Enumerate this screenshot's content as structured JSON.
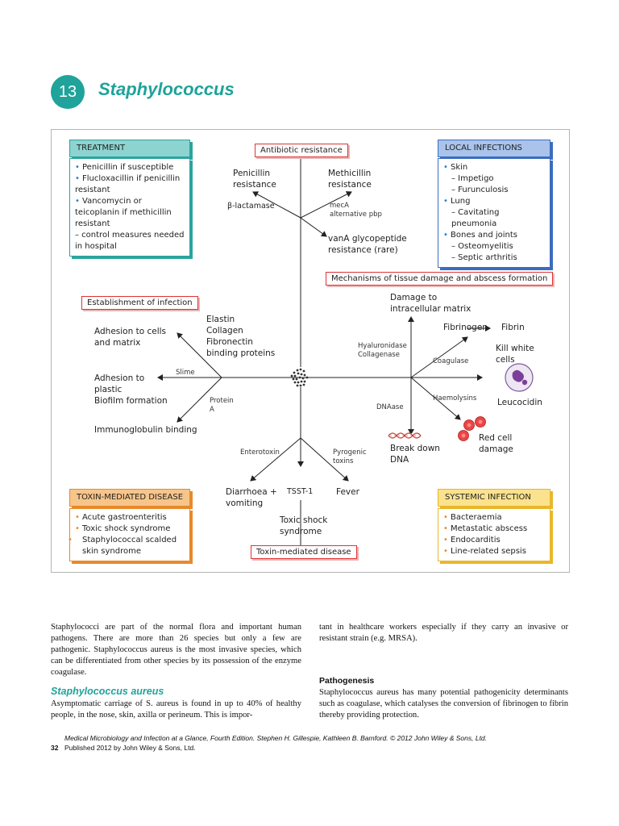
{
  "chapter": {
    "number": "13",
    "title": "Staphylococcus"
  },
  "figure": {
    "treatment": {
      "head": "TREATMENT",
      "items": [
        "Penicillin if susceptible",
        "Flucloxacillin if penicillin resistant",
        "Vancomycin or teicoplanin if methicillin resistant",
        "– control measures needed in hospital"
      ]
    },
    "local_infections": {
      "head": "LOCAL INFECTIONS",
      "items": [
        "Skin",
        "– Impetigo",
        "– Furunculosis",
        "Lung",
        "– Cavitating pneumonia",
        "Bones and joints",
        "– Osteomyelitis",
        "– Septic arthritis"
      ]
    },
    "toxin_disease_panel": {
      "head": "TOXIN-MEDIATED DISEASE",
      "items": [
        "Acute gastroenteritis",
        "Toxic shock syndrome",
        "Staphylococcal scalded skin syndrome"
      ]
    },
    "systemic_infection": {
      "head": "SYSTEMIC INFECTION",
      "items": [
        "Bacteraemia",
        "Metastatic abscess",
        "Endocarditis",
        "Line-related sepsis"
      ]
    },
    "tags": {
      "antibiotic": "Antibiotic resistance",
      "mechanisms": "Mechanisms of tissue damage and abscess formation",
      "establishment": "Establishment of infection",
      "toxin": "Toxin-mediated disease"
    },
    "resistance": {
      "penicillin_1": "Penicillin",
      "penicillin_2": "resistance",
      "methicillin_1": "Methicillin",
      "methicillin_2": "resistance",
      "betalactamase": "β-lactamase",
      "meca_1": "mecA",
      "meca_2": "alternative pbp",
      "vana_1": "vanA glycopeptide",
      "vana_2": "resistance (rare)"
    },
    "establishment": {
      "adhesion_cells_1": "Adhesion to cells",
      "adhesion_cells_2": "and matrix",
      "elastin": "Elastin",
      "collagen": "Collagen",
      "fibronectin": "Fibronectin",
      "binding": "binding proteins",
      "slime": "Slime",
      "adhesion_plastic_1": "Adhesion to",
      "adhesion_plastic_2": "plastic",
      "biofilm": "Biofilm formation",
      "protein_1": "Protein",
      "protein_2": "A",
      "immunoglobulin": "Immunoglobulin binding"
    },
    "mechanisms": {
      "damage_1": "Damage to",
      "damage_2": "intracellular matrix",
      "hyaluronidase": "Hyaluronidase",
      "collagenase": "Collagenase",
      "fibrinogen": "Fibrinogen",
      "fibrin": "Fibrin",
      "coagulase": "Coagulase",
      "kill_1": "Kill white",
      "kill_2": "cells",
      "haemolysins": "Haemolysins",
      "leucocidin": "Leucocidin",
      "dnaase": "DNAase",
      "breakdown_1": "Break down",
      "breakdown_2": "DNA",
      "redcell_1": "Red cell",
      "redcell_2": "damage"
    },
    "toxins": {
      "enterotoxin": "Enterotoxin",
      "pyrogenic_1": "Pyrogenic",
      "pyrogenic_2": "toxins",
      "diarrhoea_1": "Diarrhoea +",
      "diarrhoea_2": "vomiting",
      "tsst": "TSST-1",
      "fever": "Fever",
      "tss_1": "Toxic shock",
      "tss_2": "syndrome"
    }
  },
  "body": {
    "col1_intro": "Staphylococci are part of the normal flora and important human pathogens. There are more than 26 species but only a few are pathogenic. Staphylococcus aureus is the most invasive species, which can be differentiated from other species by its possession of the enzyme coagulase.",
    "col1_heading": "Staphylococcus aureus",
    "col1_para": "Asymptomatic carriage of S. aureus is found in up to 40% of healthy people, in the nose, skin, axilla or perineum. This is impor-",
    "col2_cont": "tant in healthcare workers especially if they carry an invasive or resistant strain (e.g. MRSA).",
    "col2_heading": "Pathogenesis",
    "col2_para": "Staphylococcus aureus has many potential pathogenicity determinants such as coagulase, which catalyses the conversion of fibrinogen to fibrin thereby providing protection."
  },
  "footer": {
    "citation": "Medical Microbiology and Infection at a Glance, Fourth Edition. Stephen H. Gillespie, Kathleen B. Bamford. © 2012 John Wiley & Sons, Ltd.",
    "page": "32",
    "published": "Published 2012 by John Wiley & Sons, Ltd."
  }
}
